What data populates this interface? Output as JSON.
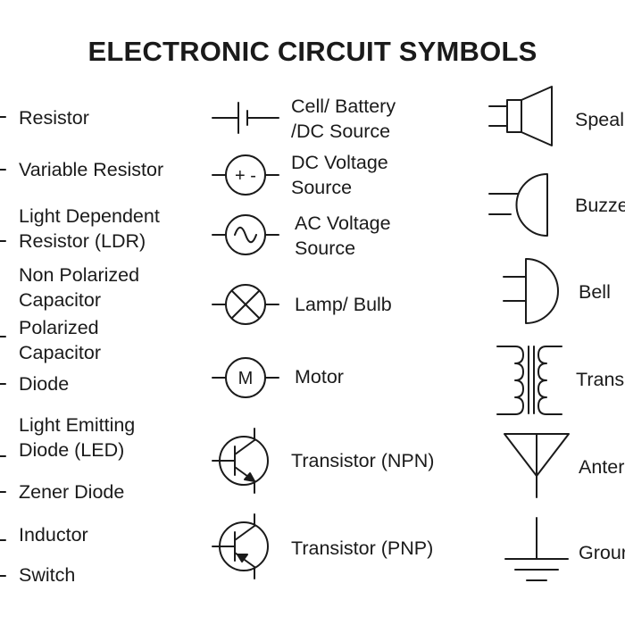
{
  "title": "ELECTRONIC CIRCUIT SYMBOLS",
  "left_column": [
    "Resistor",
    "Variable Resistor",
    "Light Dependent\nResistor (LDR)",
    "Non Polarized\nCapacitor",
    "Polarized\nCapacitor",
    "Diode",
    "Light Emitting\nDiode (LED)",
    "Zener Diode",
    "Inductor",
    "Switch"
  ],
  "middle_column": [
    "Cell/ Battery\n/DC Source",
    "DC Voltage\nSource",
    "AC Voltage\nSource",
    "Lamp/ Bulb",
    "Motor",
    "Transistor (NPN)",
    "Transistor (PNP)"
  ],
  "right_column": [
    "Speal",
    "Buzze",
    "Bell",
    "Trans",
    "Anter",
    "Grour"
  ],
  "symbols": {
    "dc_source_sign": "+ -",
    "motor_letter": "M"
  }
}
